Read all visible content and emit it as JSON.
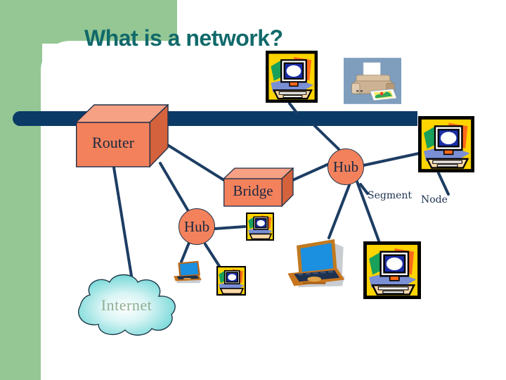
{
  "slide": {
    "title": "What is a network?",
    "title_color": "#11696a",
    "background_color": "#ffffff",
    "accent_green": "#94c794",
    "accent_navy": "#0b3a66",
    "device_fill": "#f3825c",
    "line_color": "#1d3d63"
  },
  "nodes": {
    "router": {
      "label": "Router"
    },
    "bridge": {
      "label": "Bridge"
    },
    "hub_right": {
      "label": "Hub"
    },
    "hub_left": {
      "label": "Hub"
    },
    "cloud": {
      "label": "Internet"
    }
  },
  "annotations": {
    "segment": "Segment",
    "node": "Node"
  },
  "clipart": [
    {
      "name": "desktop-computer-top-left",
      "kind": "desktop"
    },
    {
      "name": "printer",
      "kind": "printer"
    },
    {
      "name": "desktop-computer-right",
      "kind": "desktop"
    },
    {
      "name": "desktop-computer-small-mid",
      "kind": "desktop"
    },
    {
      "name": "desktop-computer-small-lower",
      "kind": "desktop"
    },
    {
      "name": "laptop-small",
      "kind": "laptop"
    },
    {
      "name": "laptop-large",
      "kind": "laptop"
    },
    {
      "name": "desktop-computer-bottom-right",
      "kind": "desktop"
    }
  ]
}
